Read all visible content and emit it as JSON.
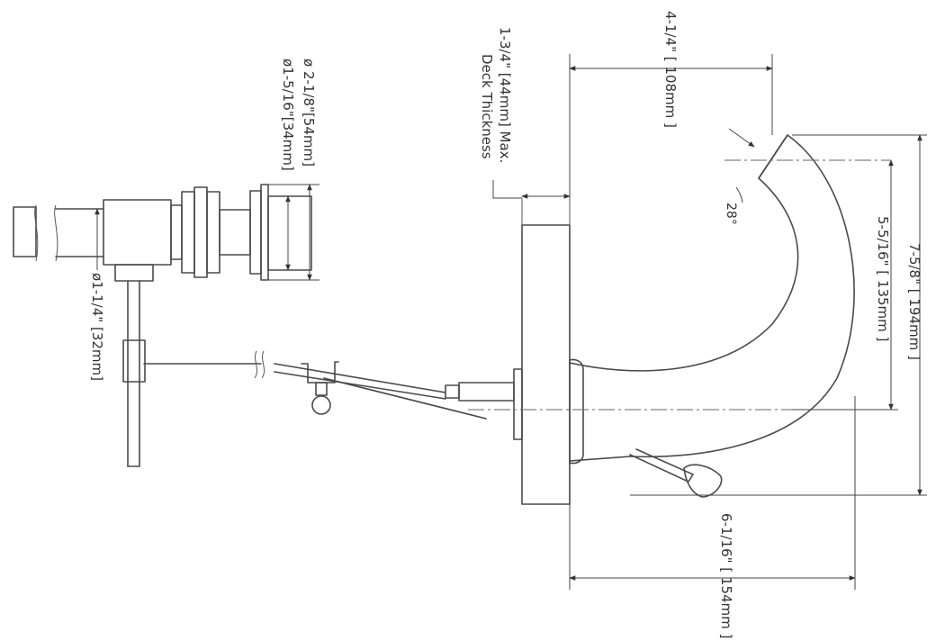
{
  "labels": {
    "spout_reach": "4-1/4\" [ 108mm ]",
    "deck_thickness_line1": "1-3/4\" [44mm] Max.",
    "deck_thickness_line2": "Deck Thickness",
    "flange_diameter": "ø 2-1/8\"[54mm]",
    "shank_diameter": "ø1-5/16\"[34mm]",
    "body_diameter": "ø1-1/4\" [32mm]",
    "angle": "28°",
    "spout_height": "5-5/16\" [ 135mm ]",
    "overall_height": "7-5/8\" [ 194mm ]",
    "base_depth": "6-1/16\" [ 154mm ]"
  }
}
